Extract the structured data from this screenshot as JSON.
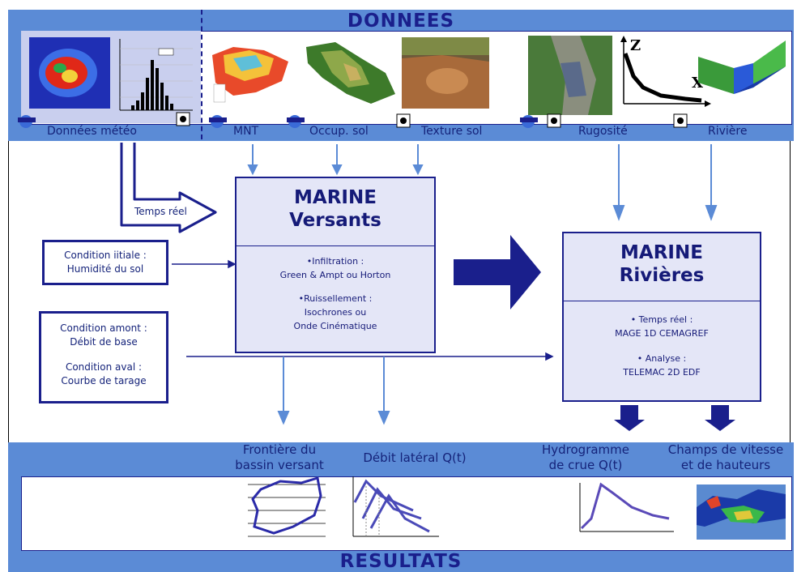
{
  "headers": {
    "top": "DONNEES",
    "bottom": "RESULTATS"
  },
  "data_sources": [
    "Données météo",
    "MNT",
    "Occup. sol",
    "Texture sol",
    "Rugosité",
    "Rivière"
  ],
  "axis_labels": {
    "z": "Z",
    "x": "X"
  },
  "realtime_label": "Temps réel",
  "conditions": {
    "initial": [
      "Condition iitiale :",
      "Humidité du sol"
    ],
    "boundary": [
      "Condition amont :",
      "Débit de base",
      "Condition aval :",
      "Courbe de tarage"
    ]
  },
  "versants": {
    "title1": "MARINE",
    "title2": "Versants",
    "lines": [
      "•Infiltration :",
      "Green & Ampt ou Horton",
      "•Ruissellement :",
      "Isochrones ou",
      "Onde Cinématique"
    ]
  },
  "rivieres": {
    "title1": "MARINE",
    "title2": "Rivières",
    "lines": [
      "• Temps réel :",
      "MAGE 1D CEMAGREF",
      "• Analyse :",
      "TELEMAC 2D EDF"
    ]
  },
  "outputs": {
    "frontiere": [
      "Frontière du",
      "bassin versant"
    ],
    "debit": "Débit latéral Q(t)",
    "hydro": [
      "Hydrogramme",
      "de crue Q(t)"
    ],
    "champs": [
      "Champs de vitesse",
      "et de hauteurs"
    ]
  }
}
